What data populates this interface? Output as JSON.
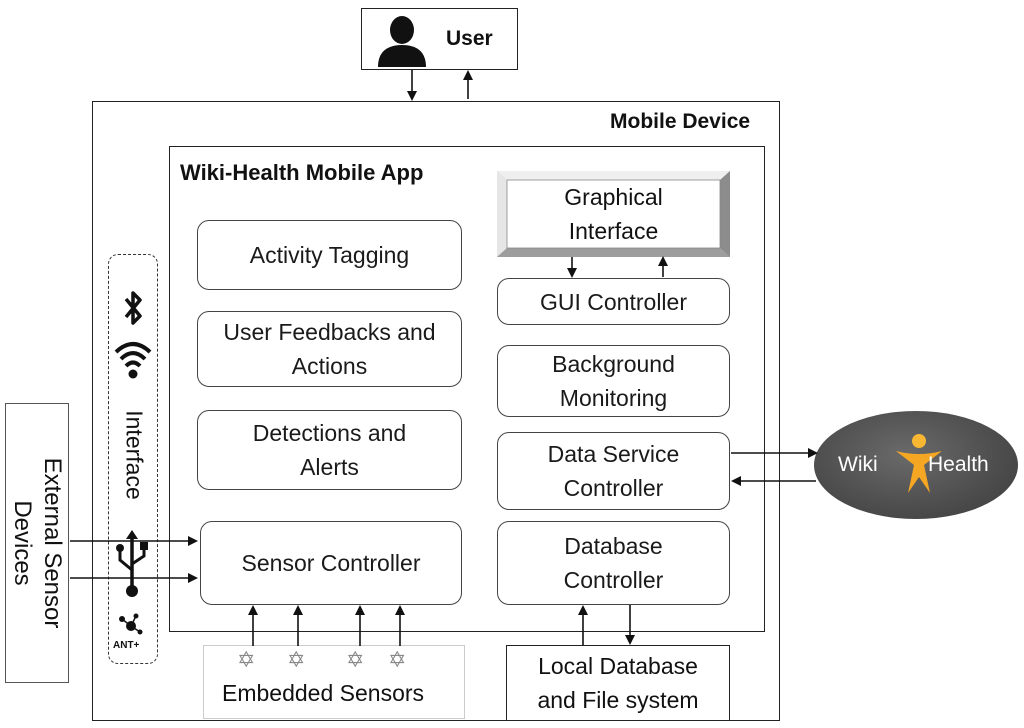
{
  "user": {
    "label": "User"
  },
  "mobile_device": {
    "label": "Mobile Device"
  },
  "app": {
    "title": "Wiki-Health Mobile App"
  },
  "left_column": {
    "activity_tagging": "Activity Tagging",
    "user_feedbacks_line1": "User Feedbacks and",
    "user_feedbacks_line2": "Actions",
    "detections_line1": "Detections and",
    "detections_line2": "Alerts",
    "sensor_controller": "Sensor Controller"
  },
  "right_column": {
    "graphical_line1": "Graphical",
    "graphical_line2": "Interface",
    "gui_controller": "GUI Controller",
    "background_line1": "Background",
    "background_line2": "Monitoring",
    "data_service_line1": "Data Service",
    "data_service_line2": "Controller",
    "database_line1": "Database",
    "database_line2": "Controller"
  },
  "interface": {
    "label": "Interface",
    "ant_label": "ANT+"
  },
  "external": {
    "line1": "External Sensor",
    "line2": "Devices"
  },
  "embedded_sensors": {
    "label": "Embedded Sensors"
  },
  "local_database": {
    "line1": "Local Database",
    "line2": "and File system"
  },
  "wiki_health_logo": {
    "text_wiki": "Wiki",
    "text_health": "Health"
  },
  "icons": [
    "person-icon",
    "bluetooth-icon",
    "wifi-icon",
    "usb-icon",
    "ant-icon",
    "star-icon"
  ],
  "colors": {
    "logo_bg": "#4f4f4f",
    "logo_orange": "#f5a623",
    "stroke": "#222222"
  }
}
